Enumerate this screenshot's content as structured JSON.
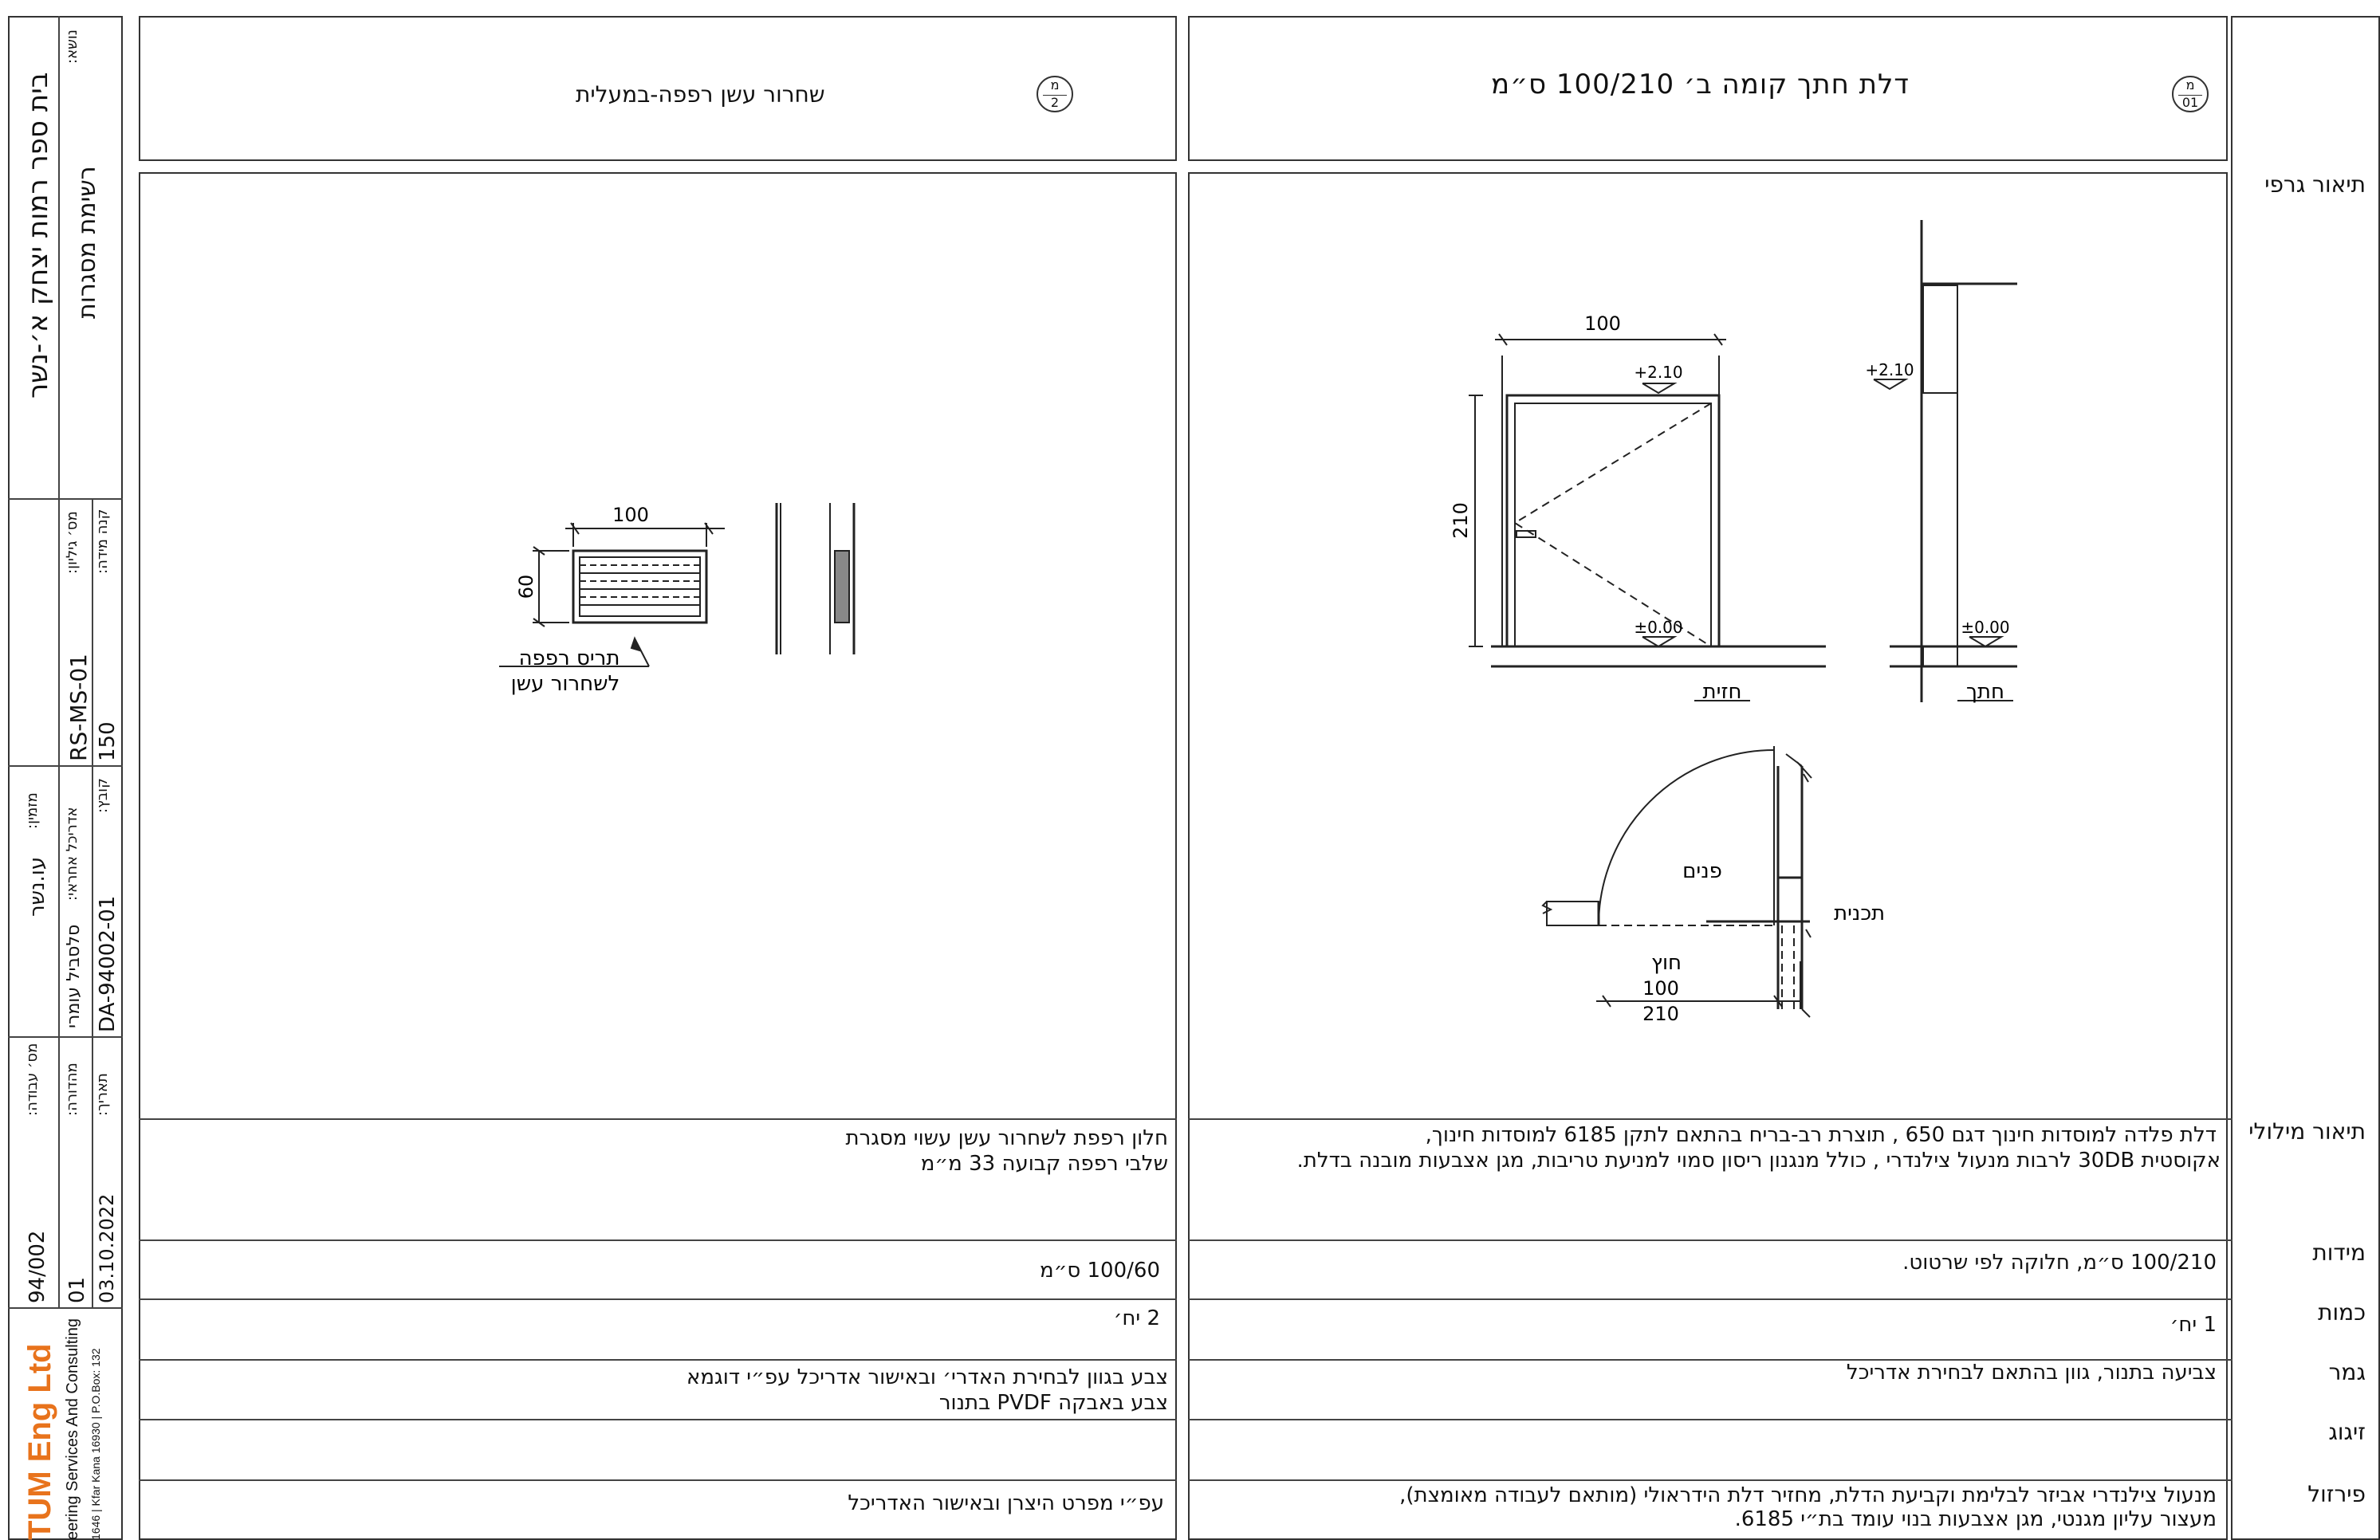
{
  "title_block": {
    "project_title": "בית ספר רמות יצחק א׳-נשר",
    "subject_label": "נושא:",
    "subject": "רשימת מסגרות",
    "sheet_no_label": "מס׳ גיליון:",
    "sheet_no": "RS-MS-01",
    "scale_label": "קנה מידה:",
    "scale": "150",
    "client_label": "מזמין:",
    "client": "עו.נשר",
    "architect_label": "אדריכל אחראי:",
    "architect": "סלסביל עומרי",
    "file_label": "קובץ:",
    "file": "DA-94002-01",
    "job_no_label": "מס׳ עבודה:",
    "job_no": "94/002",
    "revision_label": "מהדורה:",
    "revision": "01",
    "date_label": "תאריך:",
    "date": "03.10.2022",
    "company_name": "TUM Eng Ltd",
    "company_tagline": "eering Services And Consulting",
    "company_address": "1646 | Kfar Kana 16930 | P.O.Box: 132"
  },
  "row_headers": {
    "graphic": "תיאור גרפי",
    "verbal": "תיאור מילולי",
    "dimensions": "מידות",
    "quantity": "כמות",
    "finish": "גמר",
    "glazing": "זיגוג",
    "hardware": "פירזול"
  },
  "item1": {
    "symbol_top": "מ",
    "symbol_bottom": "01",
    "title": "דלת חתך קומה ב׳ 100/210 ס״מ",
    "verbal_line1": "דלת פלדה למוסדות חינוך דגם 650 , תוצרת רב-בריח בהתאם לתקן 6185 למוסדות חינוך,",
    "verbal_line2": "אקוסטית 30DB לרבות מנעול צילנדרי , כולל מנגנון ריסון סמוי למניעת טריבות, מגן אצבעות מובנה בדלת.",
    "dimensions": "100/210 ס״מ, חלוקה לפי שרטוט.",
    "quantity": "1 יח׳",
    "finish": "צביעה בתנור, גוון בהתאם לבחירת אדריכל",
    "glazing": "",
    "hardware_line1": "מנעול צילנדרי אביזר לבלימת וקביעת הדלת, מחזיר דלת הידראולי (מותאם לעבודה מאומצת),",
    "hardware_line2": "מעצור עליון מגנטי, מגן אצבעות בנוי עומד בת״י 6185."
  },
  "item2": {
    "symbol_top": "מ",
    "symbol_bottom": "2",
    "title": "שחרור עשן רפפה-במעלית",
    "verbal_line1": "חלון רפפת לשחרור עשן עשוי מסגרת",
    "verbal_line2": "שלבי רפפה קבועה 33 מ״מ",
    "dimensions": "100/60 ס״מ",
    "quantity": "2 יח׳",
    "finish_line1": "צבע בגוון לבחירת האדרי׳ ובאישור אדריכל עפ״י דוגמא",
    "finish_line2": "צבע באבקה PVDF בתנור",
    "glazing": "",
    "hardware": "עפ״י מפרט היצרן ובאישור האדריכל"
  },
  "drawing1": {
    "width_dim": "100",
    "height_dim": "210",
    "level_top": "+2.10",
    "level_bottom": "±0.00",
    "section_level_top": "+2.10",
    "section_level_bottom": "±0.00",
    "elevation_label": "חזית",
    "section_label": "חתך",
    "plan_label": "תכנית",
    "plan_inside": "פנים",
    "plan_outside": "חוץ",
    "plan_dim_inner": "100",
    "plan_dim_outer": "210"
  },
  "drawing2": {
    "width_dim": "100",
    "height_dim": "60",
    "note_line1": "תריס רפפה",
    "note_line2": "לשחרור עשן"
  }
}
